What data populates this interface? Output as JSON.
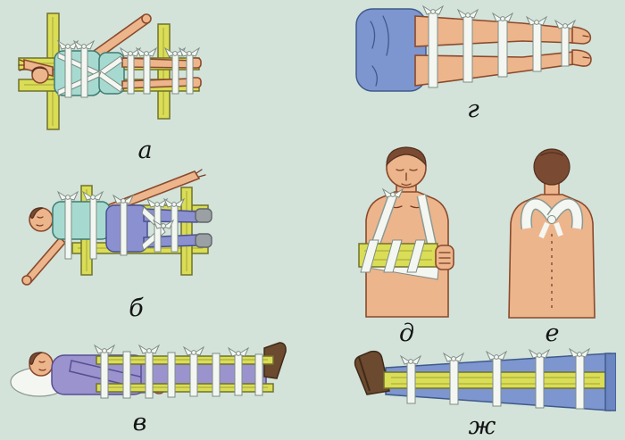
{
  "figures": [
    {
      "label": "а"
    },
    {
      "label": "б"
    },
    {
      "label": "в"
    },
    {
      "label": "г"
    },
    {
      "label": "д"
    },
    {
      "label": "е"
    },
    {
      "label": "ж"
    }
  ],
  "palette": {
    "background": "#d3e3da",
    "wood_splint": "#dadd56",
    "skin": "#edb58c",
    "bandage_white": "#f4f6f1",
    "shirt_teal": "#a6dad0",
    "pants_blue_violet": "#8b90d0",
    "suit_purple": "#9b93cd",
    "cloth_blue": "#7d96cf",
    "hair_brown": "#7a4a33",
    "shoe_brown": "#6b4a2f"
  }
}
